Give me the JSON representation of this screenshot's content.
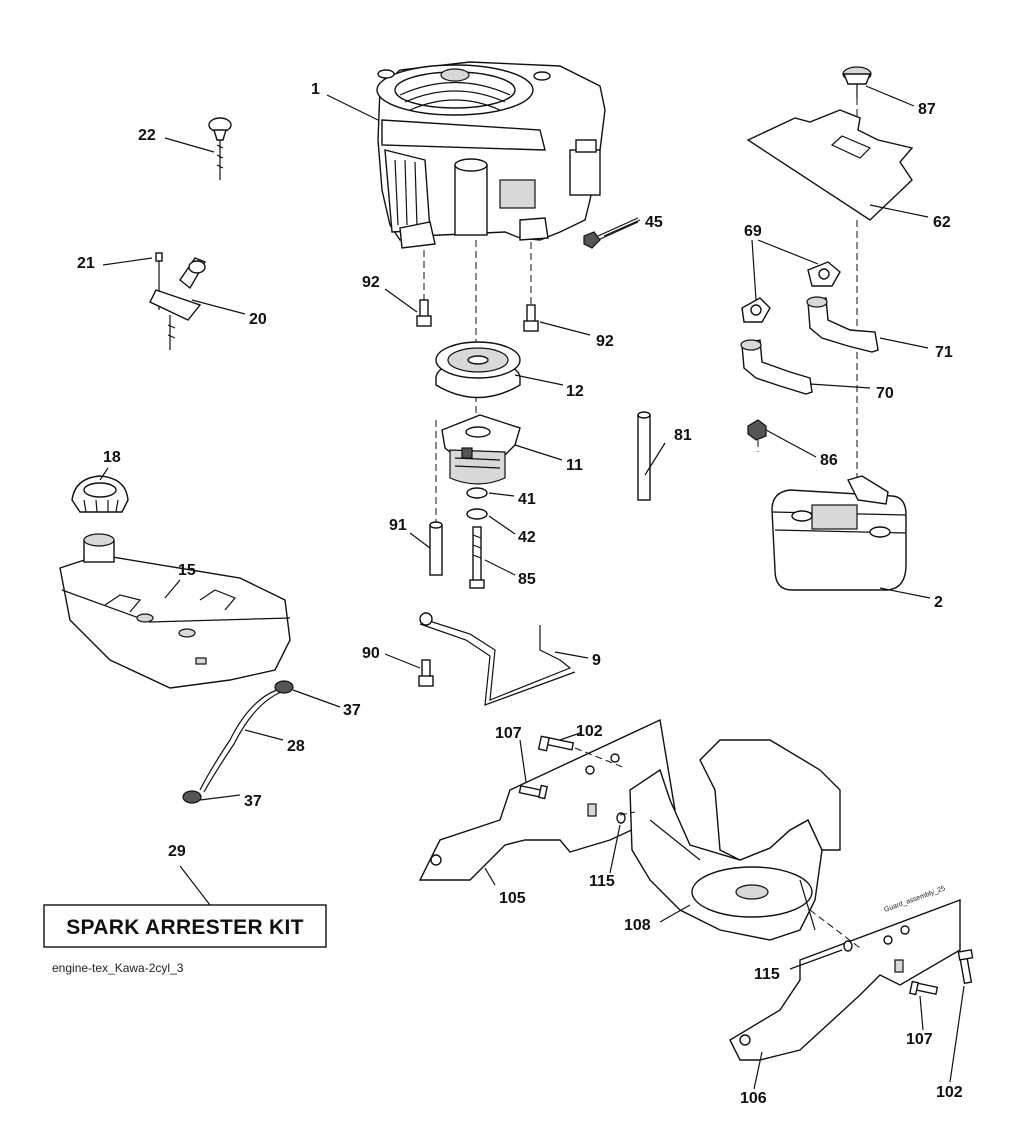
{
  "diagram": {
    "caption": "engine-tex_Kawa-2cyl_3",
    "kit_label": "SPARK ARRESTER KIT",
    "watermark": "Guard_assembly_25",
    "callouts": {
      "c1": "1",
      "c22": "22",
      "c21": "21",
      "c20": "20",
      "c92a": "92",
      "c92b": "92",
      "c45": "45",
      "c12": "12",
      "c11": "11",
      "c41": "41",
      "c42": "42",
      "c91": "91",
      "c85": "85",
      "c81": "81",
      "c18": "18",
      "c15": "15",
      "c90": "90",
      "c9": "9",
      "c37a": "37",
      "c28": "28",
      "c37b": "37",
      "c29": "29",
      "c87": "87",
      "c62": "62",
      "c69": "69",
      "c71": "71",
      "c70": "70",
      "c86": "86",
      "c2": "2",
      "c107a": "107",
      "c102a": "102",
      "c105": "105",
      "c115a": "115",
      "c108": "108",
      "c115b": "115",
      "c107b": "107",
      "c106": "106",
      "c102b": "102"
    }
  }
}
